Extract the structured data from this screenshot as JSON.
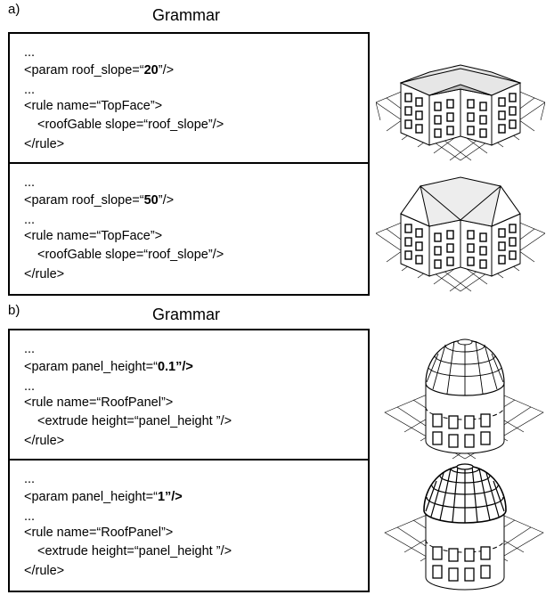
{
  "a": {
    "label": "a)",
    "title": "Grammar",
    "panels": [
      {
        "lines": [
          "...",
          "<param roof_slope=“",
          "20",
          "”/>",
          "...",
          "<rule name=“TopFace”>",
          "<roofGable slope=“roof_slope”/>",
          "</rule>"
        ]
      },
      {
        "lines": [
          "...",
          "<param roof_slope=“",
          "50",
          "”/>",
          "...",
          "<rule name=“TopFace”>",
          "<roofGable slope=“roof_slope”/>",
          "</rule>"
        ]
      }
    ]
  },
  "b": {
    "label": "b)",
    "title": "Grammar",
    "panels": [
      {
        "lines": [
          "...",
          "<param panel_height=“",
          "0.1”/>",
          "",
          "...",
          "<rule name=“RoofPanel”>",
          "<extrude height=“panel_height ”/>",
          "</rule>"
        ]
      },
      {
        "lines": [
          "...",
          "<param panel_height=“",
          "1”/>",
          "",
          "...",
          "<rule name=“RoofPanel”>",
          "<extrude height=“panel_height ”/>",
          "</rule>"
        ]
      }
    ]
  }
}
